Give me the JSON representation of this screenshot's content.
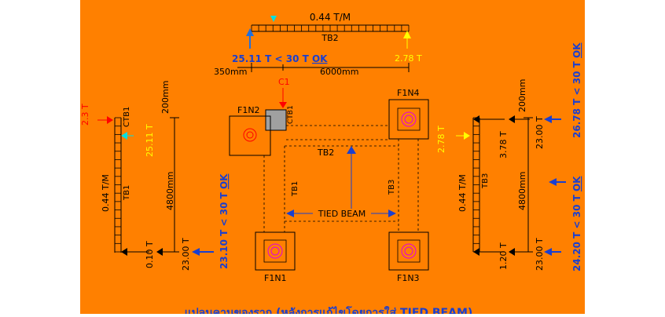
{
  "colors": {
    "sheet": "#ff8000",
    "line": "#000000",
    "blue_text": "#1a3fd0",
    "blue_arrow": "#1f6fe0",
    "yellow": "#ffff00",
    "red": "#ff0000",
    "cyan": "#00e0e0",
    "magenta": "#e000e0"
  },
  "top_beam": {
    "load": "0.44 T/M",
    "label": "TB2",
    "left_reaction": "25.11 T < 30 T",
    "left_ok": "OK",
    "right_reaction": "2.78 T",
    "dim_left": "350mm",
    "dim_main": "6000mm"
  },
  "column": {
    "label": "C1"
  },
  "plan": {
    "footings": [
      "F1N2",
      "F1N4",
      "F1N1",
      "F1N3"
    ],
    "tb_center": "TB2",
    "tb_left": "TB1",
    "tb_right": "TB3",
    "ctb_label": "CTB1",
    "tied_beam": "TIED BEAM"
  },
  "left_beam": {
    "top_force": "2.3 T",
    "ctb": "CTB1",
    "cyan_force": "25.11 T",
    "load": "0.44 T/M",
    "label": "TB1",
    "bottom_force": "0.10 T",
    "reaction": "23.00 T",
    "dim_top": "200mm",
    "dim_main": "4800mm",
    "check": "23.10 T < 30 T",
    "ok": "OK"
  },
  "right_beam": {
    "yellow_force": "2.78 T",
    "load": "0.44 T/M",
    "label": "TB3",
    "top_force": "3.78 T",
    "top_reaction": "23.00 T",
    "bottom_force": "1.20 T",
    "bottom_reaction": "23.00 T",
    "dim_top": "200mm",
    "dim_main": "4800mm",
    "top_check": "26.78 T < 30 T",
    "top_ok": "OK",
    "bottom_check": "24.20 T < 30 T",
    "bottom_ok": "OK"
  },
  "caption": "แปลนคานของราก (หลังการแก้ไขโดยการใส่ TIED BEAM)"
}
